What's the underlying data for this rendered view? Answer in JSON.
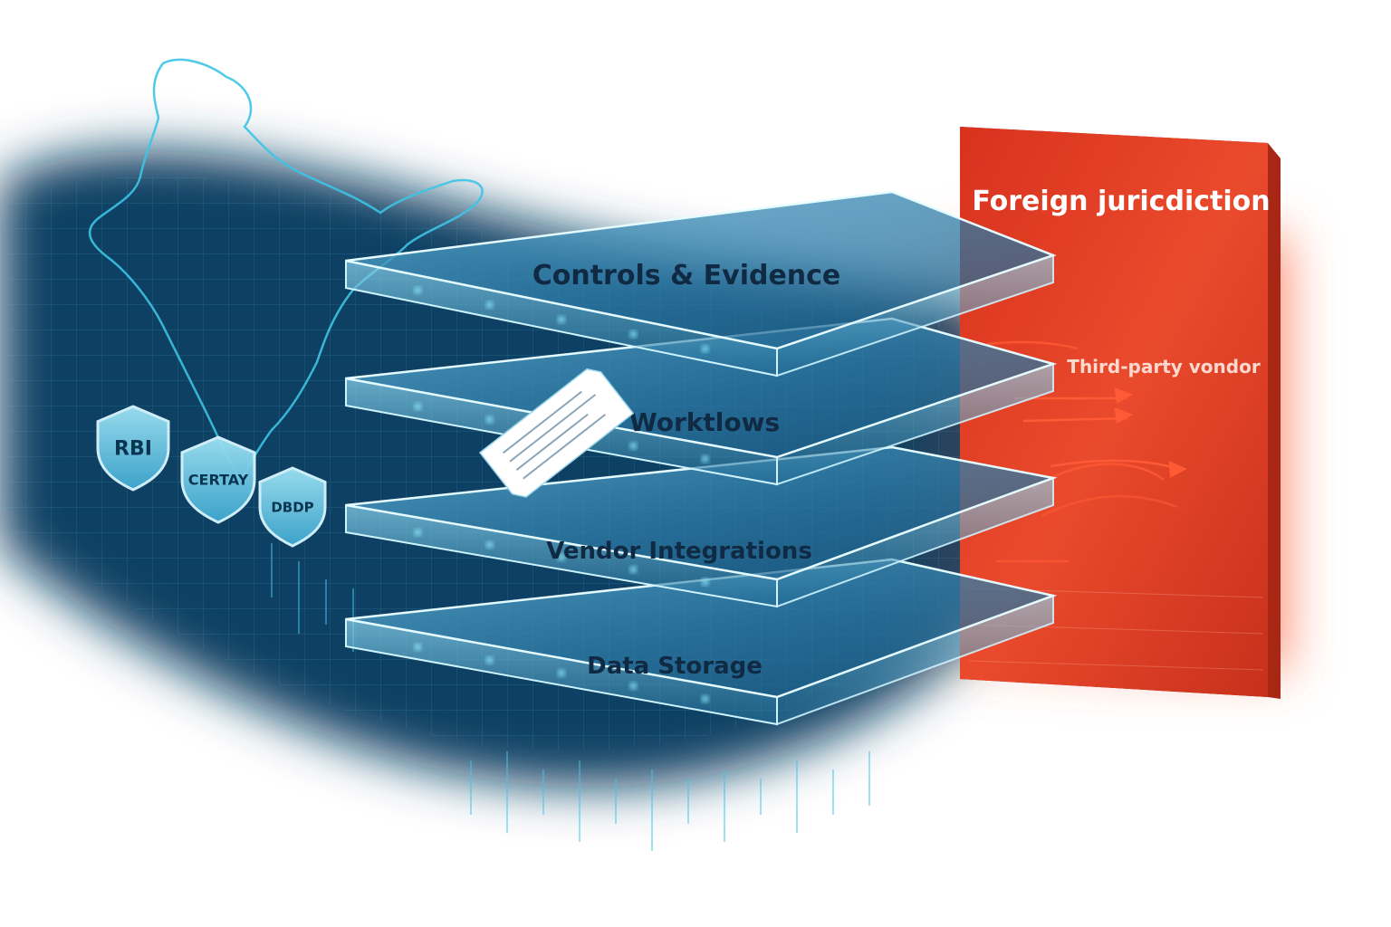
{
  "colors": {
    "deep_blue": "#0b3b5c",
    "teal_glow": "#2fc6e6",
    "slab_fill": "#1f5f86",
    "slab_edge": "#bfefff",
    "foreign_red": "#e8432a",
    "foreign_red_dark": "#c2301c",
    "foreign_text": "#ffffff"
  },
  "region_map": {
    "icon": "india-outline-map-icon"
  },
  "shields": [
    {
      "label": "RBI",
      "icon": "shield-icon"
    },
    {
      "label": "CERTAY",
      "icon": "shield-icon"
    },
    {
      "label": "DBDP",
      "icon": "shield-icon"
    }
  ],
  "stack": {
    "layers": [
      {
        "label": "Controls & Evidence"
      },
      {
        "label": "Worktlows"
      },
      {
        "label": "Vendor Integrations"
      },
      {
        "label": "Data Storage"
      }
    ]
  },
  "document": {
    "icon": "document-icon"
  },
  "foreign_panel": {
    "title": "Foreign juricdiction",
    "subtitle": "Third-party vondor"
  }
}
